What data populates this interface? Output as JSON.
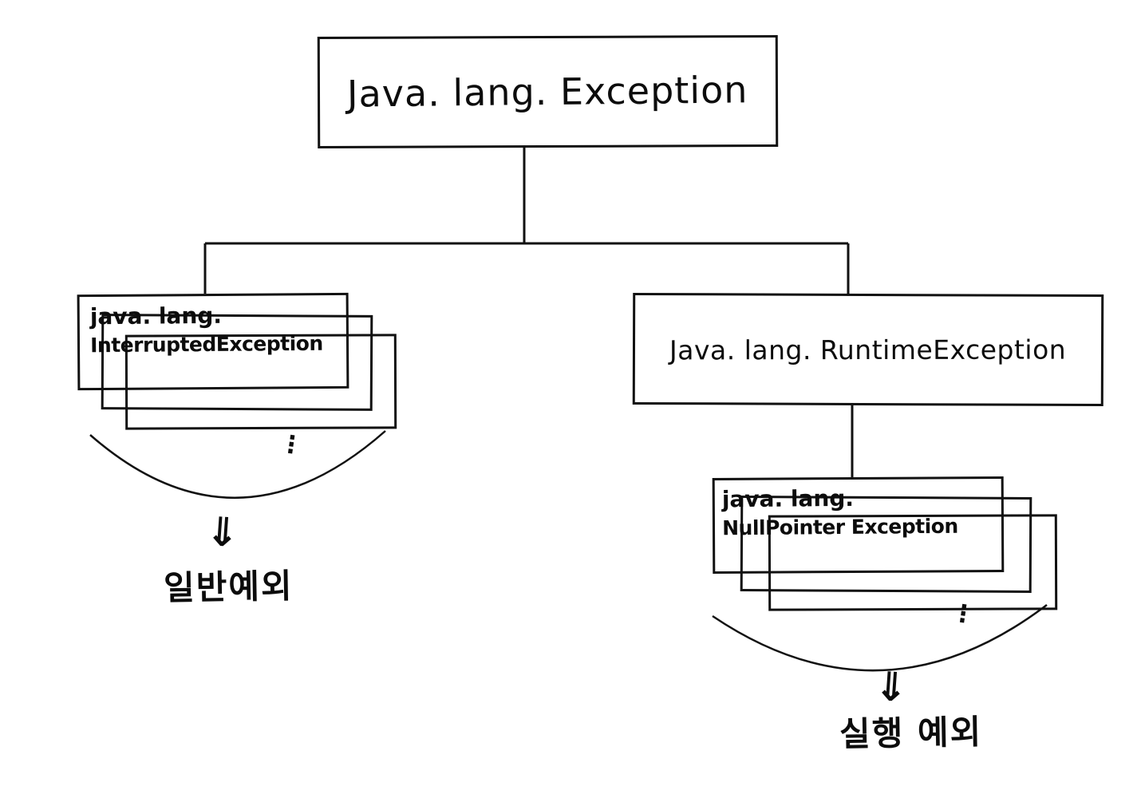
{
  "diagram": {
    "root_box": {
      "label": "Java. lang. Exception"
    },
    "right_box": {
      "label": "Java. lang. RuntimeException"
    },
    "left_stack": {
      "line1": "java. lang.",
      "line2": "InterruptedException"
    },
    "right_stack": {
      "line1": "java. lang.",
      "line2": "NullPointer Exception"
    },
    "left_group": {
      "ellipsis": "⋮",
      "arrow": "⇓",
      "caption": "일반예외"
    },
    "right_group": {
      "ellipsis": "⋮",
      "arrow": "⇓",
      "caption": "실행 예외"
    },
    "colors": {
      "ink": "#111111",
      "background": "#ffffff"
    }
  }
}
